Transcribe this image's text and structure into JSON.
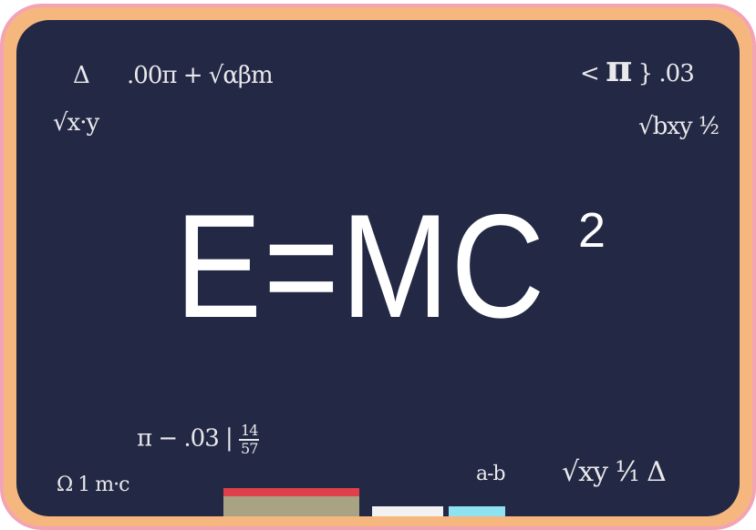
{
  "board": {
    "formula": "E=MC",
    "exponent": "2",
    "top_left": {
      "line1_delta": "Δ",
      "line1_expr": ".00π + √αβm",
      "line2": "√x·y"
    },
    "top_right": {
      "pi_prefix": "<",
      "pi": "π",
      "pi_suffix": "} .03",
      "line2": "√bxy ¹⁄₂"
    },
    "bottom_left": {
      "expr": "π − .03 |",
      "frac_num": "14",
      "frac_den": "57",
      "line2": "Ω 1 m·c"
    },
    "bottom_right": {
      "small": "a-b",
      "expr": "√xy ¹⁄₁ Δ"
    }
  },
  "colors": {
    "frame": "#f6b77e",
    "frame_edge": "#f3a3b6",
    "board": "#232845",
    "chalk": "#f4f4f4",
    "chalk_red": "#e0404c",
    "chalk_khaki": "#a8a383",
    "chalk_white": "#f2f2f2",
    "chalk_cyan": "#8fe2ef"
  }
}
